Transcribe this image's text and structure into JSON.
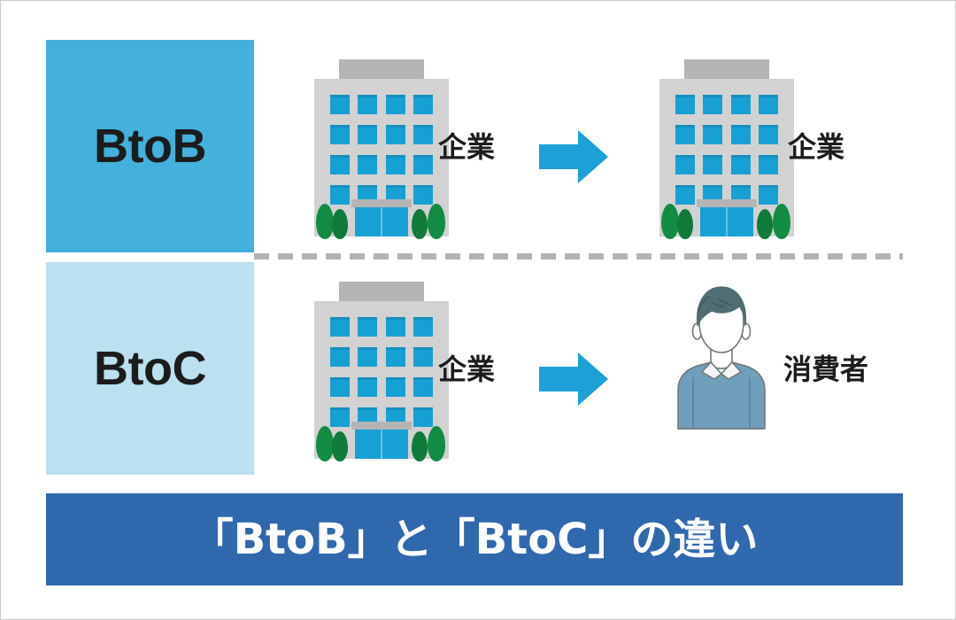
{
  "theme": {
    "btob_panel_color": "#44b0dc",
    "btoc_panel_color": "#bbe0ef",
    "banner_color": "#3068ae",
    "arrow_color": "#1d9fd8",
    "building_body_color": "#d2d2d2",
    "building_roof_color": "#b4b4b4",
    "window_color": "#17a0d4",
    "bush_color": "#118c42",
    "divider_color": "#b3b3b3",
    "text_color": "#1c1c1c",
    "banner_text_color": "#ffffff"
  },
  "rows": [
    {
      "id": "btob",
      "category_label": "BtoB",
      "source": {
        "icon": "office-building-icon",
        "label": "企業"
      },
      "relation": {
        "icon": "right-arrow-icon"
      },
      "target": {
        "icon": "office-building-icon",
        "label": "企業"
      }
    },
    {
      "id": "btoc",
      "category_label": "BtoC",
      "source": {
        "icon": "office-building-icon",
        "label": "企業"
      },
      "relation": {
        "icon": "right-arrow-icon"
      },
      "target": {
        "icon": "person-consumer-icon",
        "label": "消費者"
      }
    }
  ],
  "banner": {
    "title": "「BtoB」と「BtoC」の違い"
  }
}
